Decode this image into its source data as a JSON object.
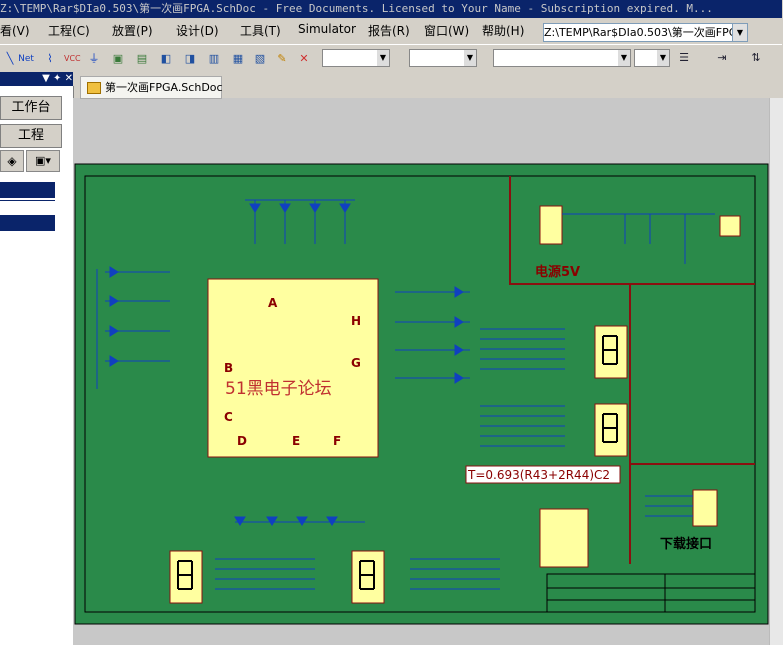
{
  "window": {
    "title": "Z:\\TEMP\\Rar$DIa0.503\\第一次画FPGA.SchDoc - Free Documents. Licensed to Your Name - Subscription expired. M..."
  },
  "menu": [
    {
      "label": "看(V)"
    },
    {
      "label": "工程(C)"
    },
    {
      "label": "放置(P)"
    },
    {
      "label": "设计(D)"
    },
    {
      "label": "工具(T)"
    },
    {
      "label": "Simulator"
    },
    {
      "label": "报告(R)"
    },
    {
      "label": "窗口(W)"
    },
    {
      "label": "帮助(H)"
    }
  ],
  "path_box": {
    "value": "Z:\\TEMP\\Rar$DIa0.503\\第一次画FPGA"
  },
  "left_panel": {
    "workbench": "工作台",
    "project": "工程"
  },
  "document_tab": {
    "label": "第一次画FPGA.SchDoc"
  },
  "schematic": {
    "sheet_color": "#2a8a4a",
    "border_color": "#8a1010",
    "power_label": "电源5V",
    "download_label": "下载接口",
    "formula": "T=0.693(R43+2R44)C2",
    "watermark": "51黑电子论坛",
    "chip_sections": {
      "a": "A",
      "b": "B",
      "c": "C",
      "d": "D",
      "e": "E",
      "f": "F",
      "g": "G",
      "h": "H"
    }
  },
  "icons": [
    "app-check-icon",
    "wire-icon",
    "net-label-icon",
    "vcc-icon",
    "gnd-icon",
    "component-icon",
    "delete-icon"
  ]
}
